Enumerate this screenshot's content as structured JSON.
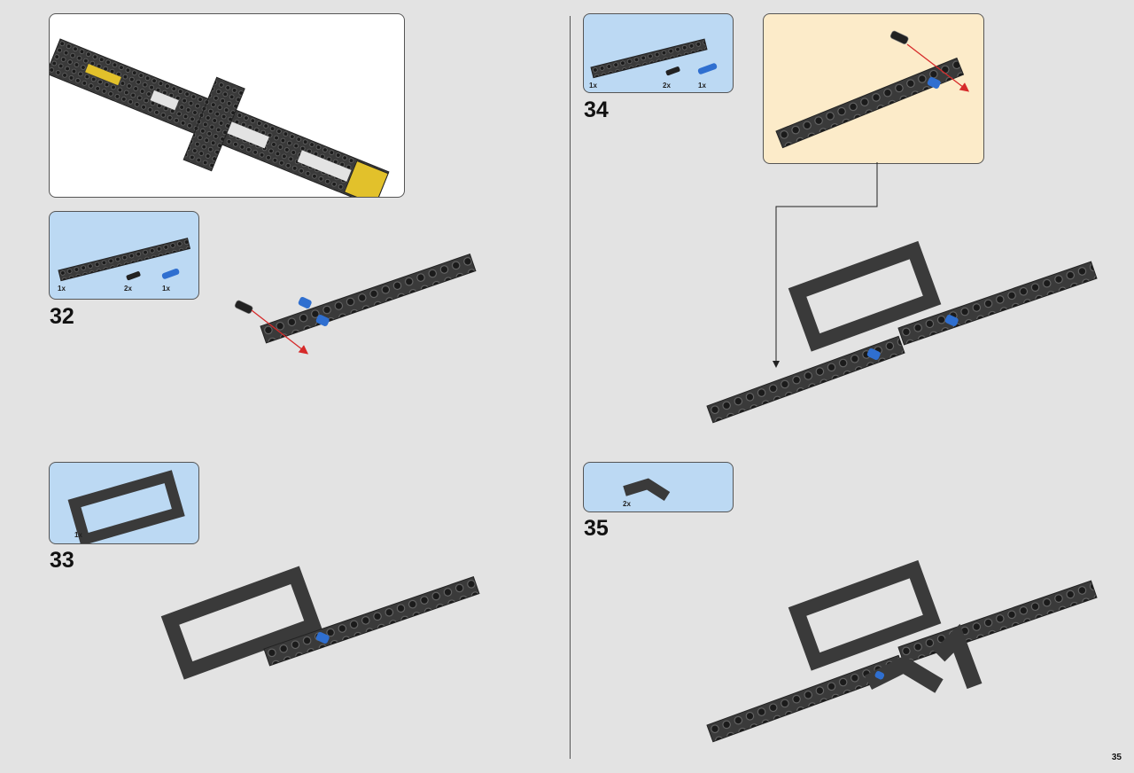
{
  "page": {
    "number": "35"
  },
  "steps": [
    {
      "number": "32",
      "parts": [
        {
          "qty": "1x"
        },
        {
          "qty": "2x"
        },
        {
          "qty": "1x"
        }
      ]
    },
    {
      "number": "33",
      "parts": [
        {
          "qty": "1x"
        }
      ]
    },
    {
      "number": "34",
      "parts": [
        {
          "qty": "1x"
        },
        {
          "qty": "2x"
        },
        {
          "qty": "1x"
        }
      ]
    },
    {
      "number": "35",
      "parts": [
        {
          "qty": "2x"
        }
      ]
    }
  ],
  "colors": {
    "beam": "#3a3a3a",
    "beam_top": "#5a5a5a",
    "pin_blue": "#2f6fd0",
    "pin_black": "#222222",
    "arrow": "#d62a2a",
    "parts_bg": "#bcd9f3",
    "callout_bg": "#fcebc9",
    "yellow": "#e2c12b"
  },
  "icons": [
    "technic-beam-icon",
    "technic-frame-icon",
    "black-pin-icon",
    "blue-axle-pin-icon",
    "insert-arrow-icon"
  ]
}
